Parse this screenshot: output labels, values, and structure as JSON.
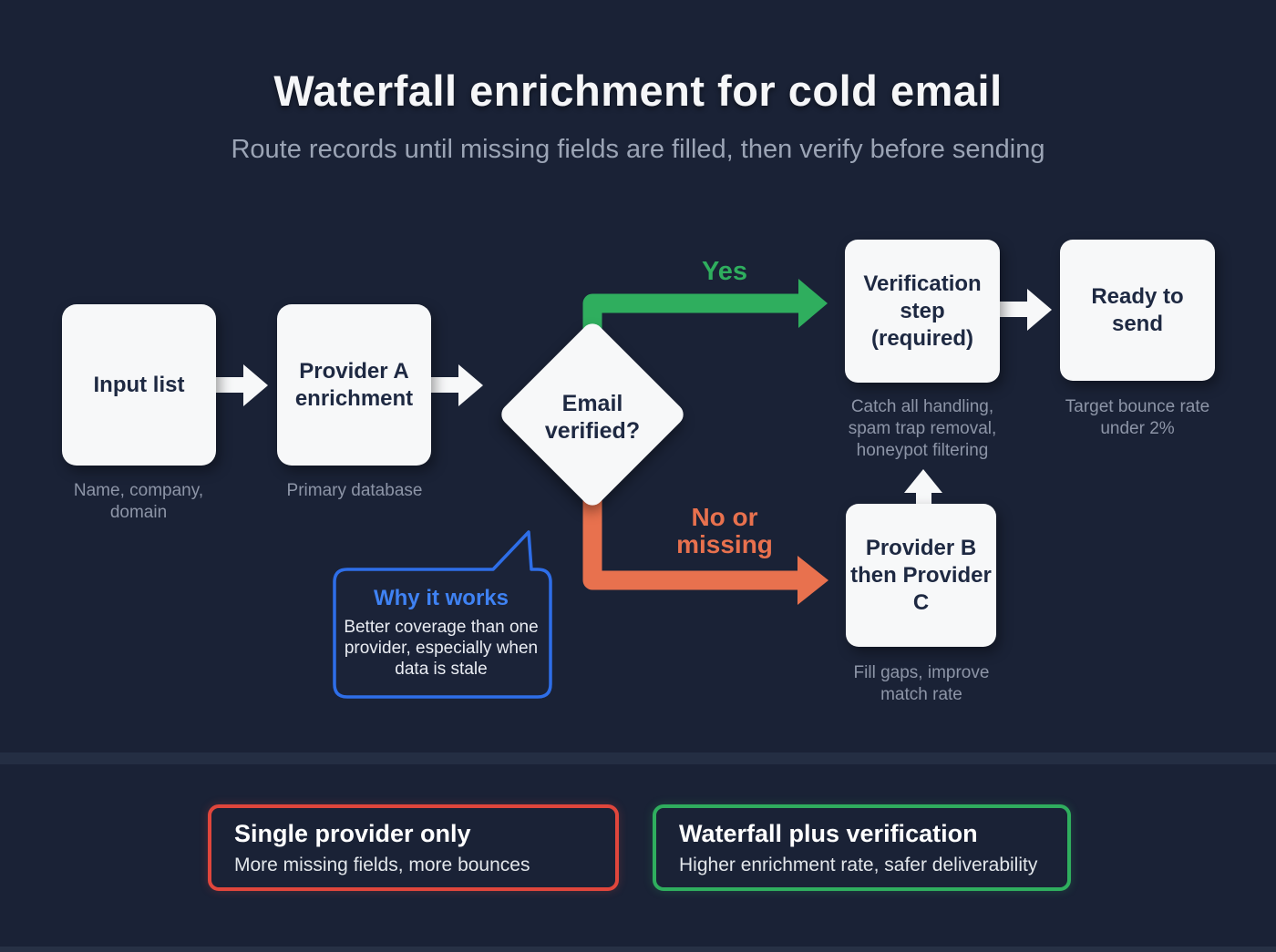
{
  "header": {
    "title": "Waterfall enrichment for cold email",
    "subtitle": "Route records until missing fields are filled, then verify before sending"
  },
  "flow": {
    "input": {
      "label": "Input list",
      "caption": "Name, company, domain"
    },
    "provider_a": {
      "label": "Provider A enrichment",
      "caption": "Primary database"
    },
    "decision": {
      "label": "Email verified?"
    },
    "yes_label": "Yes",
    "no_label": "No or missing",
    "verification": {
      "label": "Verification step (required)",
      "caption": "Catch all handling, spam trap removal, honeypot filtering"
    },
    "ready": {
      "label": "Ready to send",
      "caption": "Target bounce rate under 2%"
    },
    "provider_bc": {
      "label": "Provider B then Provider C",
      "caption": "Fill gaps, improve match rate"
    }
  },
  "callout": {
    "title": "Why it works",
    "body": "Better coverage than one provider, especially when data is stale"
  },
  "comparison": {
    "negative": {
      "title": "Single provider only",
      "subtitle": "More missing fields, more bounces"
    },
    "positive": {
      "title": "Waterfall plus verification",
      "subtitle": "Higher enrichment rate, safer deliverability"
    }
  },
  "colors": {
    "background": "#1a2236",
    "node_fill": "#f7f8f9",
    "node_text": "#1e2942",
    "caption_text": "#8d95a7",
    "yes_green": "#2fae5e",
    "no_orange": "#e8714e",
    "callout_blue": "#2e6ee8",
    "negative_red": "#e0463c",
    "positive_green": "#2fae5e"
  }
}
